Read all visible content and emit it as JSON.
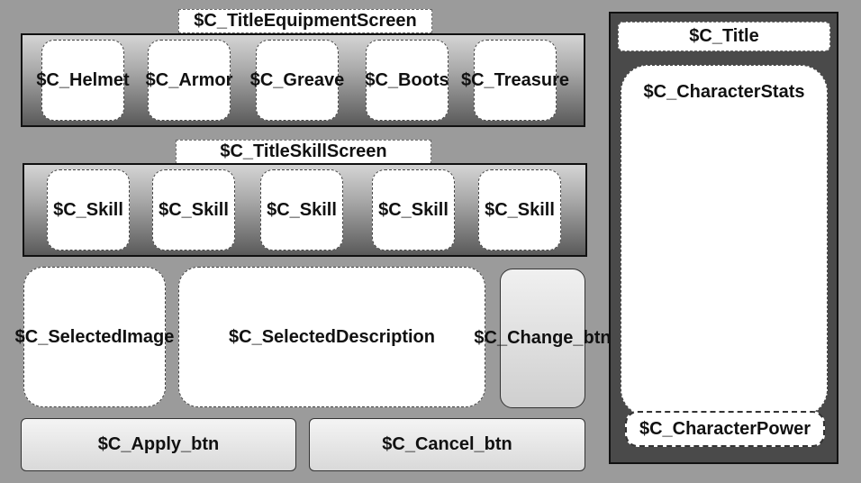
{
  "equipment": {
    "title": "$C_TitleEquipmentScreen",
    "slots": [
      "$C_Helmet",
      "$C_Armor",
      "$C_Greave",
      "$C_Boots",
      "$C_Treasure"
    ]
  },
  "skills": {
    "title": "$C_TitleSkillScreen",
    "slots": [
      "$C_Skill",
      "$C_Skill",
      "$C_Skill",
      "$C_Skill",
      "$C_Skill"
    ]
  },
  "selected": {
    "image": "$C_SelectedImage",
    "description": "$C_SelectedDescription",
    "change_button": "$C_Change_btn"
  },
  "actions": {
    "apply_button": "$C_Apply_btn",
    "cancel_button": "$C_Cancel_btn"
  },
  "character": {
    "title": "$C_Title",
    "stats": "$C_CharacterStats",
    "power": "$C_CharacterPower"
  },
  "colors": {
    "background": "#9b9b9b",
    "panel": "#4a4a4a",
    "slot": "#ffffff"
  }
}
